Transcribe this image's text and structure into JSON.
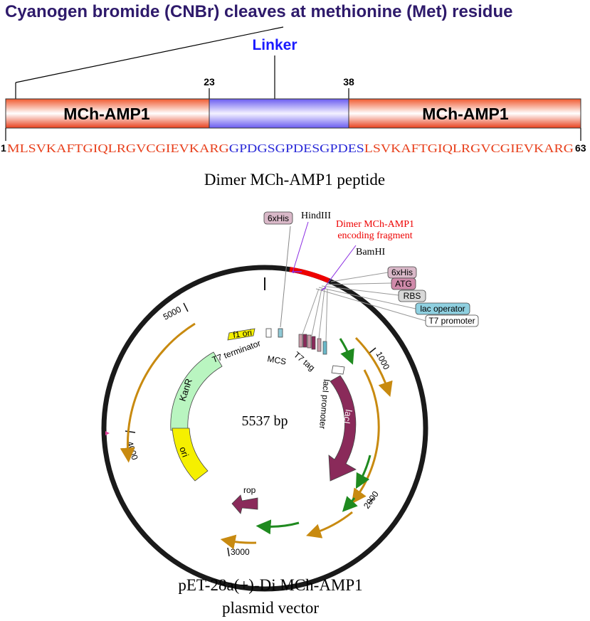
{
  "header": {
    "title": "Cyanogen bromide (CNBr) cleaves at methionine (Met) residue",
    "linker_label": "Linker"
  },
  "peptide": {
    "pos_23": "23",
    "pos_38": "38",
    "pos_start": "1",
    "pos_end": "63",
    "segment_left_label": "MCh-AMP1",
    "segment_right_label": "MCh-AMP1",
    "seq_part1": "MLSVKAFTGIQLRGVCGIEVKARG",
    "seq_part2": "GPDGSGPDESGPDES",
    "seq_part3": "LSVKAFTGIQLRGVCGIEVKARG",
    "caption": "Dimer MCh-AMP1 peptide"
  },
  "plasmid": {
    "size": "5537 bp",
    "ticks": {
      "t1000": "1000",
      "t2000": "2000",
      "t3000": "3000",
      "t4000": "4000",
      "t5000": "5000"
    },
    "features": {
      "f1_ori": "f1 ori",
      "kanr": "KanR",
      "ori": "ori",
      "rop": "rop",
      "laci": "lacI",
      "laci_promoter": "lacI promoter",
      "t7_terminator": "T7 terminator",
      "mcs": "MCS",
      "t7_tag": "T7 tag"
    },
    "callouts": {
      "his_left": "6xHis",
      "hindiii": "HindIII",
      "insert_line1": "Dimer MCh-AMP1",
      "insert_line2": "encoding fragment",
      "bamhi": "BamHI",
      "his_right": "6xHis",
      "atg": "ATG",
      "rbs": "RBS",
      "lac_operator": "lac operator",
      "t7_promoter": "T7 promoter"
    },
    "caption_line1": "pET-28a(+)-Di MCh-AMP1",
    "caption_line2": "plasmid vector"
  },
  "colors": {
    "title": "#2e1a6b",
    "linker": "#1a1aff",
    "segment_red": "#e8401c",
    "segment_blue": "#6a5cf0",
    "seq_red": "#e8401c",
    "seq_blue": "#2a2ad8",
    "insert_red": "#ee0000",
    "kanr": "#b9f5c0",
    "laci": "#8a2a5a",
    "yellow": "#f5f000",
    "orange": "#e8a020",
    "green": "#3ab73a"
  }
}
